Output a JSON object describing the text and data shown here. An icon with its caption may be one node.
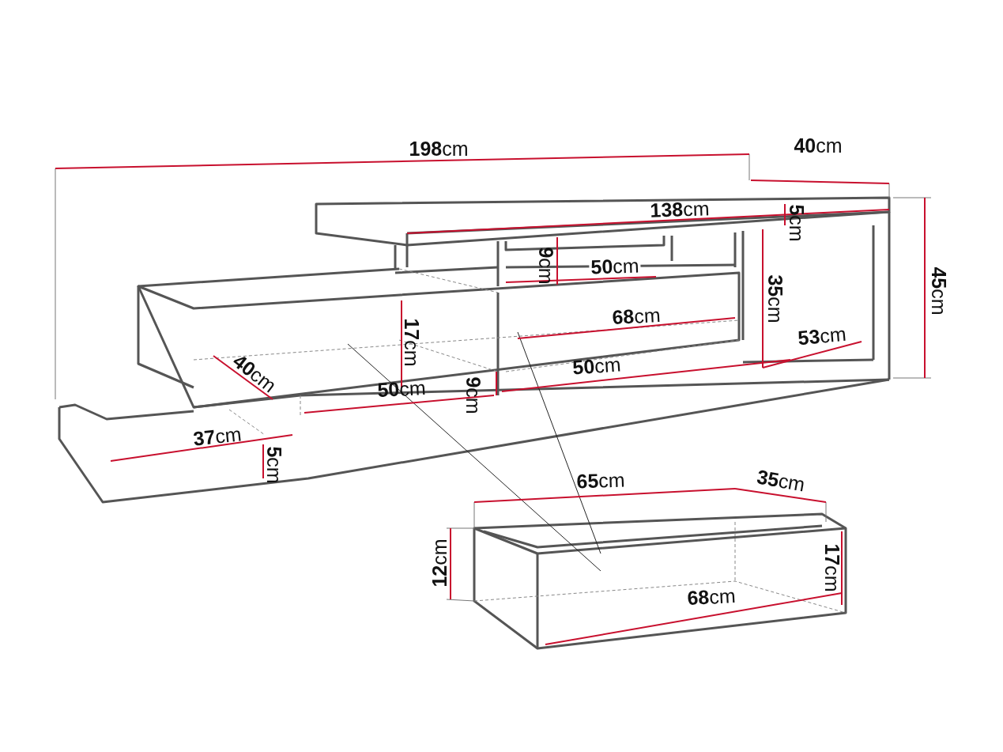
{
  "diagram": {
    "labels": [
      "**198**cm",
      "**40**cm",
      "**138**cm",
      "**5**cm",
      "**45**cm",
      "**9**cm",
      "**50**cm",
      "**35**cm",
      "**68**cm",
      "**17**cm",
      "**53**cm",
      "**40**cm",
      "**50**cm",
      "**50**cm",
      "**9**cm",
      "**37**cm",
      "**5**cm",
      "**65**cm",
      "**35**cm",
      "**12**cm",
      "**17**cm",
      "**68**cm"
    ]
  }
}
